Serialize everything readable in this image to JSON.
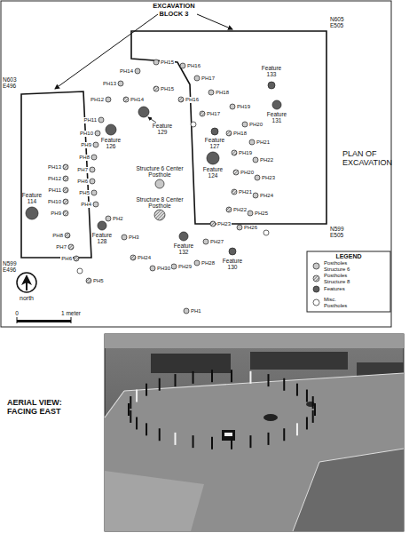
{
  "diagram": {
    "labels": [
      "EXCAVATION BLOCK 3",
      "N603 E496",
      "N605 E505",
      "N599 E496",
      "N599 E505",
      "PLAN OF EXCAVATION",
      "Feature 133",
      "Feature 131",
      "Feature 129",
      "Feature 126",
      "Feature 127",
      "Feature 124",
      "Feature 114",
      "Structure 6 Center Posthole",
      "Structure 8 Center Posthole",
      "Feature 128",
      "Feature 132",
      "Feature 130",
      "LEGEND",
      "north",
      "0",
      "1 meter",
      "AERIAL VIEW: FACING EAST",
      "PH1",
      "PH2",
      "PH3",
      "PH4",
      "PH5",
      "PH6",
      "PH7",
      "PH8",
      "PH9",
      "PH10",
      "PH11",
      "PH12",
      "PH13",
      "PH14",
      "PH15",
      "PH16",
      "PH17",
      "PH18",
      "PH19",
      "PH20",
      "PH21",
      "PH22",
      "PH23",
      "PH24",
      "PH25",
      "PH26",
      "PH27",
      "PH28",
      "PH29",
      "PH30",
      "PH13",
      "PH12",
      "PH11",
      "PH10",
      "PH9",
      "PH8",
      "PH7",
      "PH6",
      "PH5",
      "PH14",
      "PH15",
      "PH16",
      "PH17",
      "PH18",
      "PH19",
      "PH20",
      "PH21",
      "PH22",
      "PH23",
      "PH24"
    ],
    "legend": [
      {
        "text": "Postholes Structure 6",
        "color": "#c8c8c8"
      },
      {
        "text": "Postholes Structure 8"
      },
      {
        "text": "Features",
        "color": "#5e5e5e"
      },
      {
        "text": "Misc. Postholes",
        "color": "#ffffff"
      }
    ]
  }
}
